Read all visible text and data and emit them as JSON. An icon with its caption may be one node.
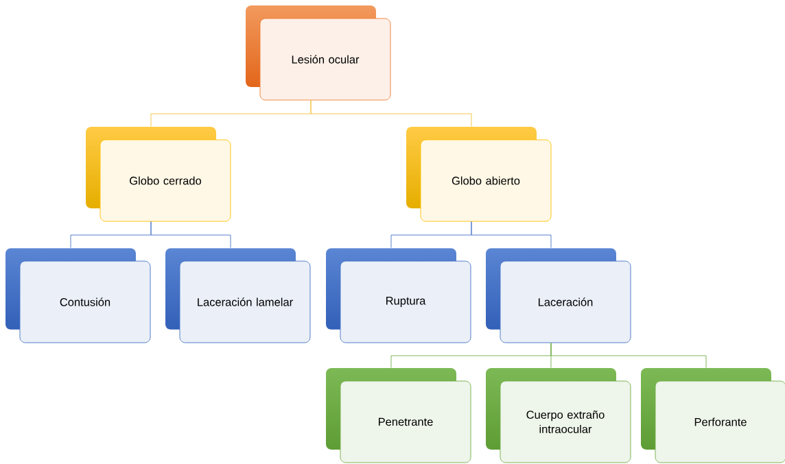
{
  "diagram": {
    "nodes": [
      {
        "text": [
          "Lesión ocular"
        ]
      },
      {
        "text": [
          "Globo cerrado"
        ]
      },
      {
        "text": [
          "Globo abierto"
        ]
      },
      {
        "text": [
          "Contusión"
        ]
      },
      {
        "text": [
          "Laceración lamelar"
        ]
      },
      {
        "text": [
          "Ruptura"
        ]
      },
      {
        "text": [
          "Laceración"
        ]
      },
      {
        "text": [
          "Penetrante"
        ]
      },
      {
        "text": [
          "Cuerpo extraño intraocular"
        ]
      },
      {
        "text": [
          "Perforante"
        ]
      }
    ],
    "edges": [
      {
        "from": 0,
        "to": 1,
        "arrow": "none",
        "color": "#f2c037"
      },
      {
        "from": 0,
        "to": 2,
        "arrow": "none",
        "color": "#f2c037"
      },
      {
        "from": 1,
        "to": 3,
        "arrow": "none"
      },
      {
        "from": 1,
        "to": 4,
        "arrow": "none"
      },
      {
        "from": 2,
        "to": 5,
        "arrow": "none"
      },
      {
        "from": 2,
        "to": 6,
        "arrow": "none"
      },
      {
        "from": 6,
        "to": 7,
        "arrow": "none",
        "color": "#70ad47"
      },
      {
        "from": 6,
        "to": 8,
        "arrow": "none",
        "color": "#70ad47"
      },
      {
        "from": 6,
        "to": 9,
        "arrow": "none",
        "color": "#70ad47"
      }
    ]
  }
}
